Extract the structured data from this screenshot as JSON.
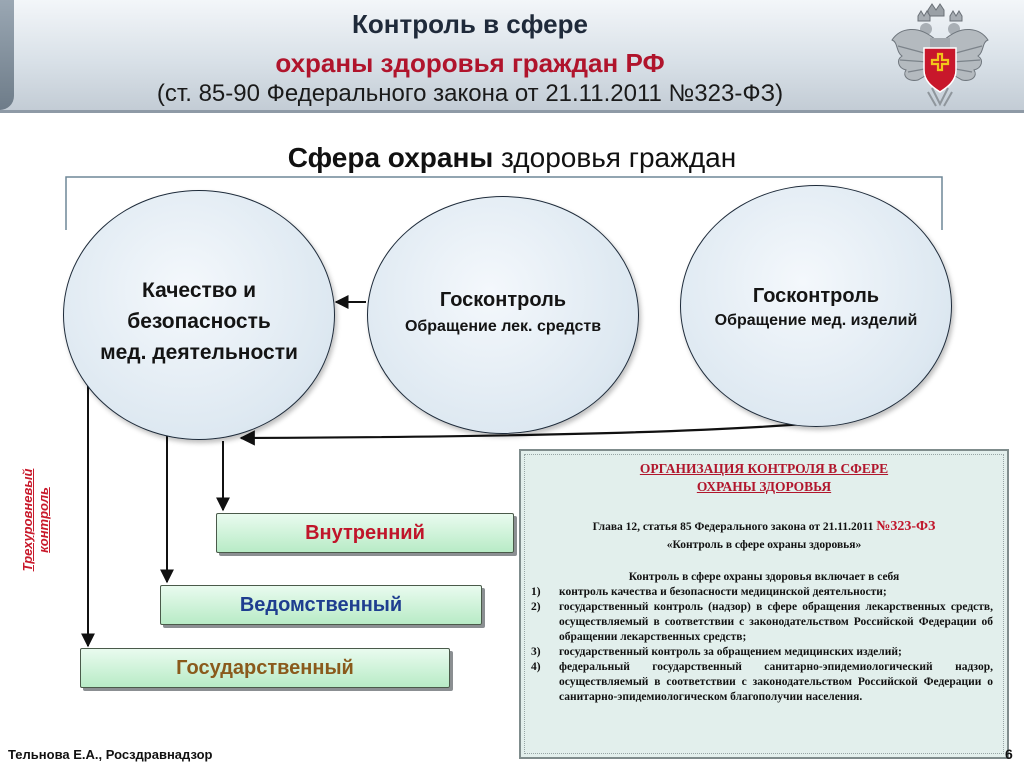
{
  "header": {
    "line1": "Контроль в сфере",
    "line2": "охраны здоровья граждан РФ",
    "line3": "(ст. 85-90 Федерального закона от 21.11.2011 №323-ФЗ)"
  },
  "sphere": {
    "bold": "Сфера охраны",
    "rest": " здоровья граждан"
  },
  "circles": {
    "quality": [
      "Качество и",
      "безопасность",
      "мед. деятельности"
    ],
    "drugs": {
      "title": "Госконтроль",
      "subtitle": "Обращение лек. средств"
    },
    "devices": {
      "title": "Госконтроль",
      "subtitle": "Обращение мед. изделий"
    }
  },
  "side_label": [
    "Трехуровневый",
    "контроль"
  ],
  "levels": {
    "internal": "Внутренний",
    "departmental": "Ведомственный",
    "state": "Государственный"
  },
  "doc": {
    "title_line1": "ОРГАНИЗАЦИЯ КОНТРОЛЯ В СФЕРЕ",
    "title_line2": "ОХРАНЫ ЗДОРОВЬЯ",
    "law_line1": "Глава 12, статья 85 Федерального закона от 21.11.2011",
    "law_num": "№323-ФЗ",
    "law_line2": "«Контроль в сфере охраны здоровья»",
    "includes": "Контроль в сфере охраны здоровья включает в себя",
    "items": [
      {
        "n": "1)",
        "text": "контроль качества и безопасности медицинской деятельности;"
      },
      {
        "n": "2)",
        "text": "государственный контроль (надзор) в сфере обращения лекарственных средств, осуществляемый в соответствии с законодательством Российской Федерации об обращении лекарственных средств;"
      },
      {
        "n": "3)",
        "text": "государственный контроль за обращением медицинских изделий;"
      },
      {
        "n": "4)",
        "text": "федеральный государственный санитарно-эпидемиологический надзор, осуществляемый в соответствии с законодательством Российской Федерации о санитарно-эпидемиологическом благополучии населения."
      }
    ]
  },
  "footer": {
    "author": "Тельнова Е.А., Росздравнадзор",
    "page": "6"
  },
  "colors": {
    "title_red": "#b0142c",
    "internal": "#c0152a",
    "departmental": "#1e3d8f",
    "state": "#8a5a1c",
    "box_green": "#b8ebc6",
    "circle_fill": "#dde8f1"
  },
  "icons": {
    "emblem": "double-headed-eagle-emblem"
  }
}
